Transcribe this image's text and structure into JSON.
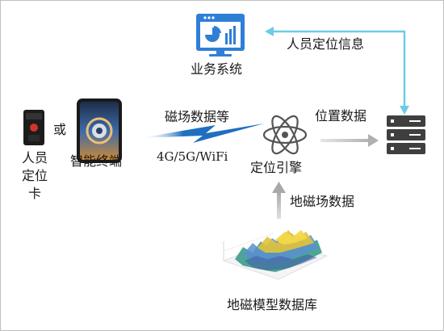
{
  "labels": {
    "business_system": "业务系统",
    "personnel_location_info": "人员定位信息",
    "or": "或",
    "personnel_card": "人员定位卡",
    "smart_terminal": "智能终端",
    "magnetic_field_data_etc": "磁场数据等",
    "network": "4G/5G/WiFi",
    "positioning_engine": "定位引擎",
    "location_data": "位置数据",
    "geomagnetic_data": "地磁场数据",
    "geomagnetic_model_db": "地磁模型数据库"
  },
  "colors": {
    "system_blue": "#2f7fd6",
    "light_blue_arrow": "#6ccbe8",
    "gray_arrow": "#b8b8b8",
    "lightning_blue": "#1f6fc0",
    "server_dark": "#3f3f3f"
  },
  "icons": {
    "business_system": "dashboard-monitor-icon",
    "personnel_card": "id-card-device-icon",
    "smart_terminal": "smartphone-icon",
    "engine": "atom-icon",
    "server": "server-rack-icon",
    "database": "3d-surface-plot-icon",
    "wireless": "lightning-bolt-icon"
  }
}
